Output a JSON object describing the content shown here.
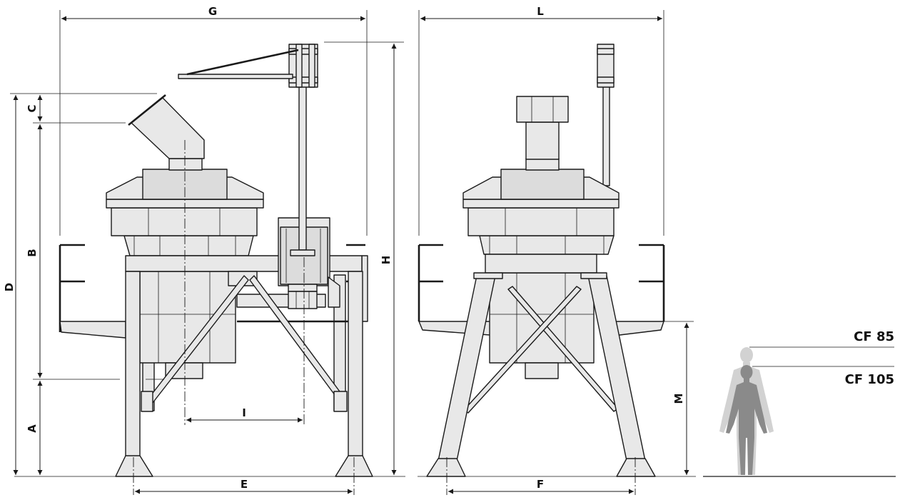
{
  "colors": {
    "line": "#1a1a1a",
    "machine_fill": "#e8e8e8",
    "human_front": "#8a8a8a",
    "human_back": "#d2d2d2"
  },
  "dimensions": {
    "A": "A",
    "B": "B",
    "C": "C",
    "D": "D",
    "E": "E",
    "F": "F",
    "G": "G",
    "H": "H",
    "I": "I",
    "L": "L",
    "M": "M"
  },
  "scale_figures": {
    "cf85": "CF 85",
    "cf105": "CF 105"
  }
}
